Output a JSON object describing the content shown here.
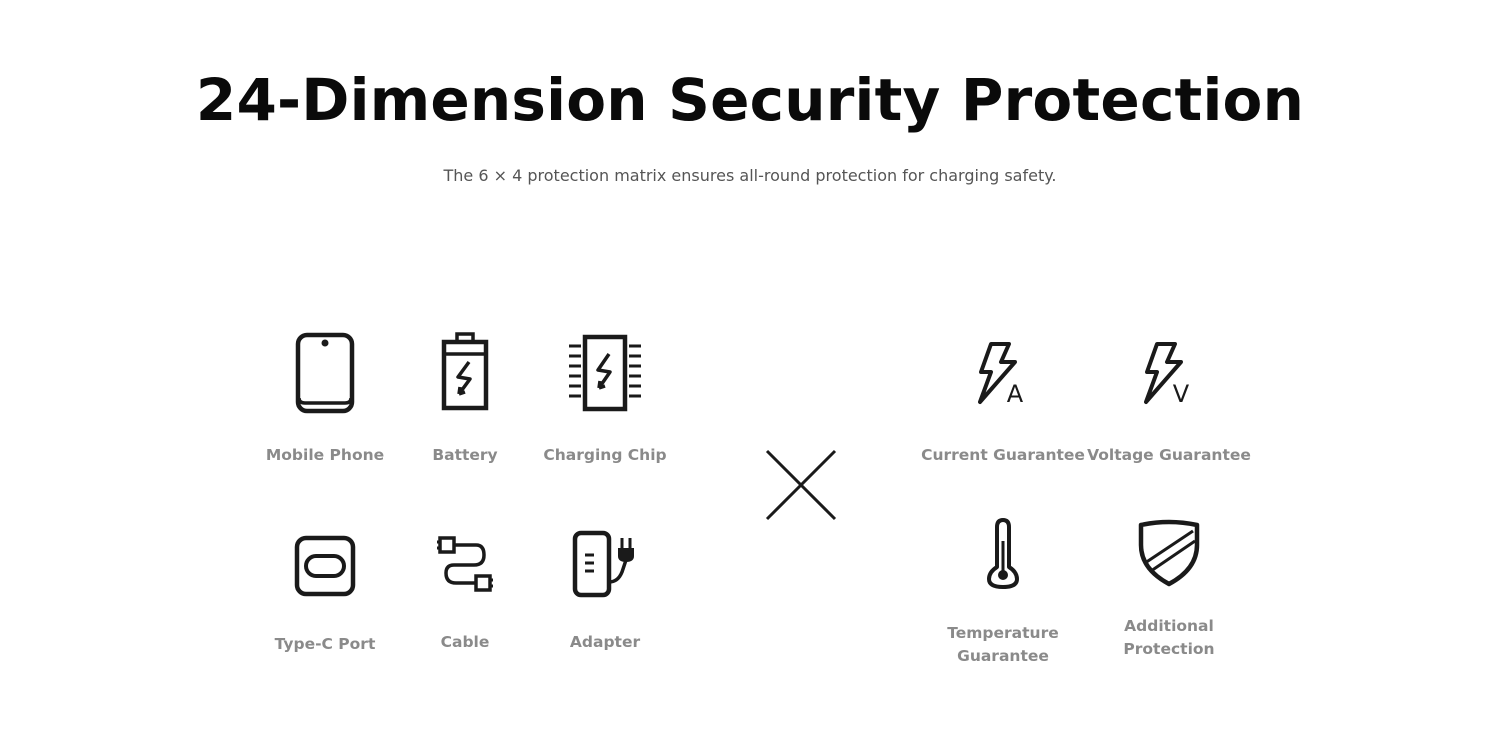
{
  "header": {
    "title": "24-Dimension Security Protection",
    "subtitle": "The 6 × 4 protection matrix ensures all-round protection for charging safety."
  },
  "components": [
    {
      "label": "Mobile Phone",
      "icon": "mobile-phone-icon"
    },
    {
      "label": "Battery",
      "icon": "battery-icon"
    },
    {
      "label": "Charging Chip",
      "icon": "charging-chip-icon"
    },
    {
      "label": "Type-C Port",
      "icon": "type-c-port-icon"
    },
    {
      "label": "Cable",
      "icon": "cable-icon"
    },
    {
      "label": "Adapter",
      "icon": "adapter-icon"
    }
  ],
  "operator": {
    "icon": "multiply-icon"
  },
  "guarantees": [
    {
      "label": "Current Guarantee",
      "icon": "current-bolt-icon",
      "mark": "A"
    },
    {
      "label": "Voltage Guarantee",
      "icon": "voltage-bolt-icon",
      "mark": "V"
    },
    {
      "label": "Temperature Guarantee",
      "icon": "thermometer-icon"
    },
    {
      "label": "Additional Protection",
      "icon": "shield-icon"
    }
  ],
  "colors": {
    "title": "#0a0a0a",
    "subtitle": "#555555",
    "label": "#8a8a8a",
    "icon": "#1a1a1a"
  }
}
